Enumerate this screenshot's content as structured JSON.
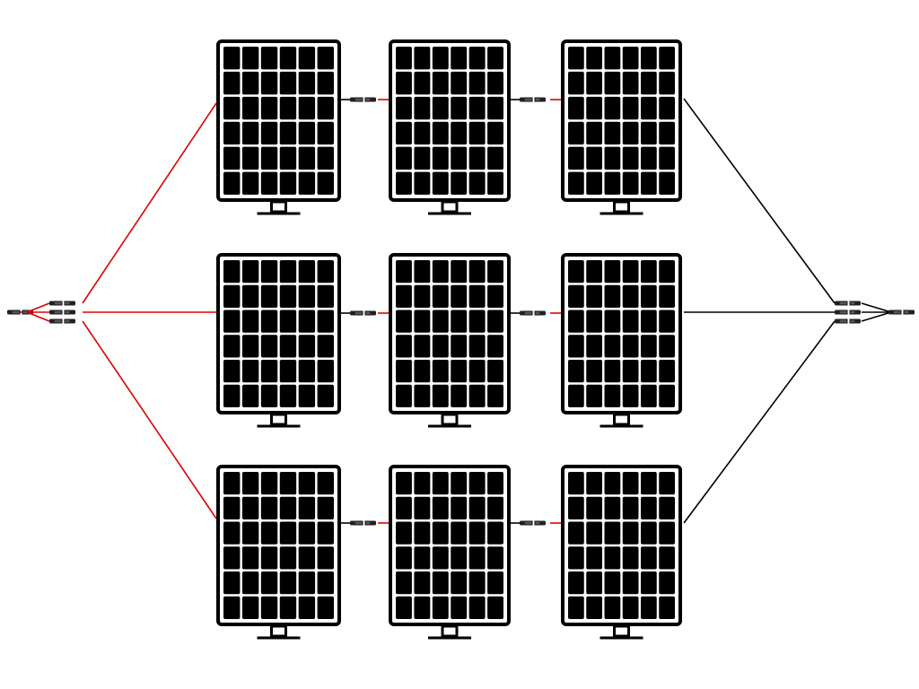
{
  "diagram": {
    "panel_rows": 3,
    "panels_per_string": 3,
    "cell_grid": {
      "columns": 6,
      "rows": 6
    },
    "colors": {
      "positive_wire": "#e00000",
      "negative_wire": "#000000",
      "panel": "#000000",
      "background": "#ffffff"
    }
  }
}
